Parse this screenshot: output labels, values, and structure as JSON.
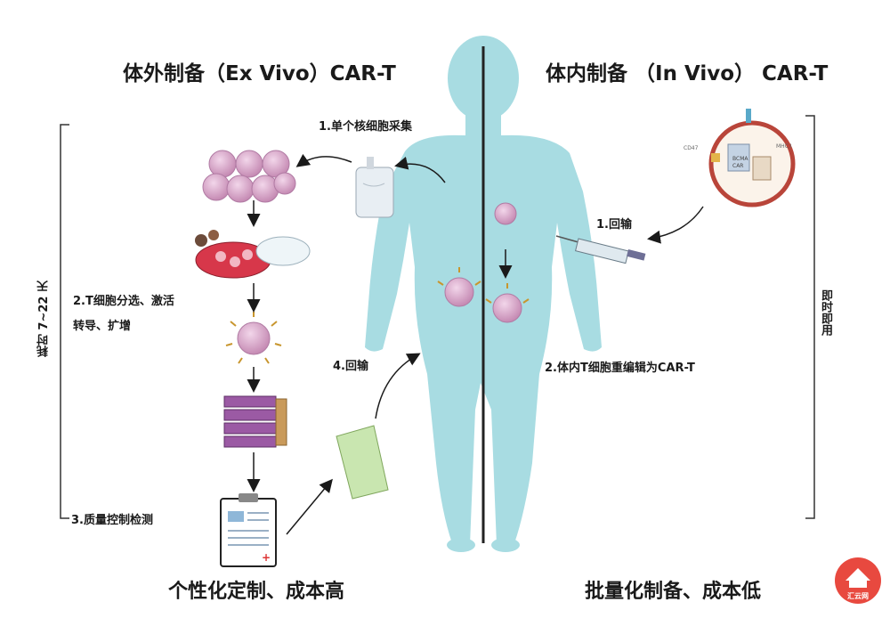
{
  "titles": {
    "left": "体外制备（Ex Vivo）CAR-T",
    "right": "体内制备 （In Vivo） CAR-T"
  },
  "left_steps": {
    "step1": "1.单个核细胞采集",
    "step2_line1": "2.T细胞分选、激活",
    "step2_line2": "转导、扩增",
    "step3": "3.质量控制检测",
    "step4": "4.回输"
  },
  "right_steps": {
    "step1": "1.回输",
    "step2": "2.体内T细胞重编辑为CAR-T"
  },
  "durations": {
    "left": "耗时 7~22 天",
    "right": "即时即用"
  },
  "bottom": {
    "left": "个性化定制、成本高",
    "right": "批量化制备、成本低"
  },
  "vector_labels": {
    "cd47": "CD47",
    "bcma": "BCMA",
    "car": "CAR",
    "mhc": "MHC I"
  },
  "logo": {
    "text": "汇云网"
  },
  "colors": {
    "body": "#a8dce2",
    "cell": "#d8a6c8",
    "divider": "#222222",
    "logo": "#e8493f"
  }
}
